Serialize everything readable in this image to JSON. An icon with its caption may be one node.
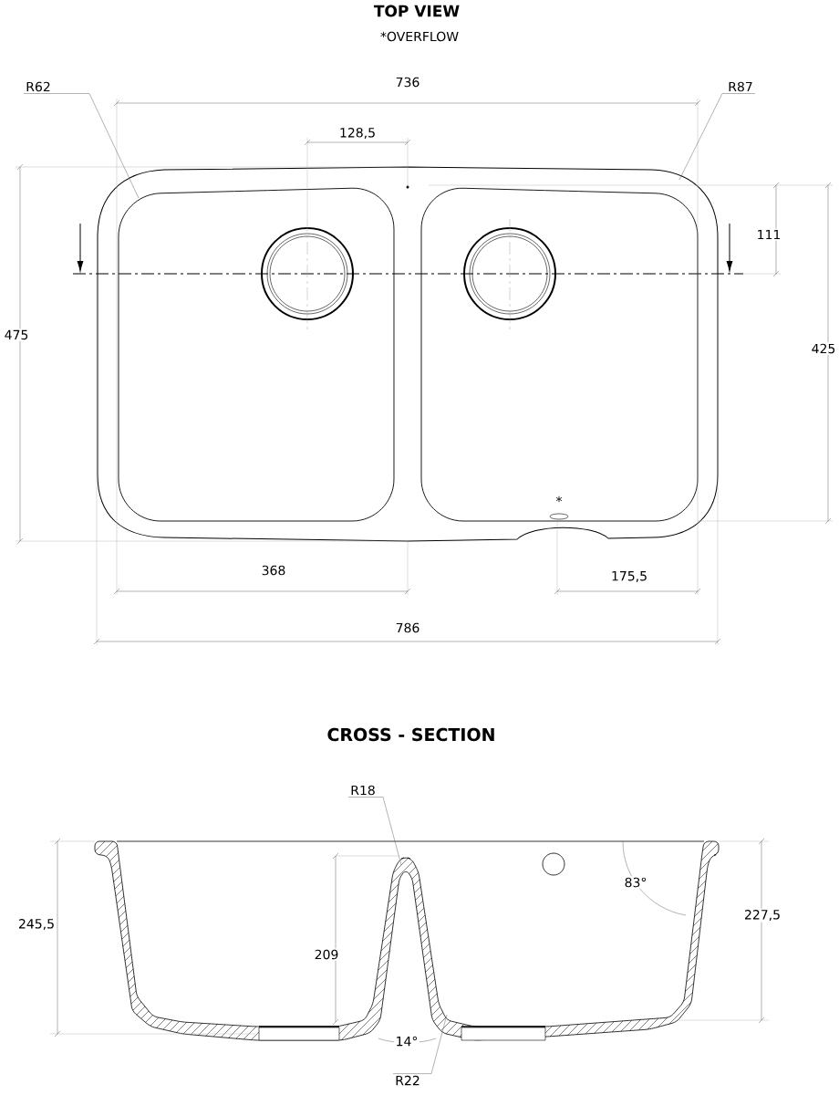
{
  "diagram": {
    "title": "TOP VIEW",
    "nodes": [
      {
        "text": [
          "R62"
        ]
      },
      {
        "text": [
          "R87"
        ]
      },
      {
        "text": [
          "R18"
        ]
      },
      {
        "text": [
          "R22"
        ]
      }
    ],
    "edges": [
      {
        "from": 0,
        "to": null,
        "arrow": "none"
      },
      {
        "from": 1,
        "to": null,
        "arrow": "none"
      },
      {
        "from": 2,
        "to": null,
        "arrow": "none"
      },
      {
        "from": 3,
        "to": null,
        "arrow": "none"
      }
    ],
    "labels": [
      "*OVERFLOW",
      "736",
      "128,5",
      "111",
      "475",
      "425",
      "*",
      "368",
      "175,5",
      "786",
      "CROSS - SECTION",
      "245,5",
      "209",
      "83°",
      "227,5",
      "14°"
    ]
  }
}
